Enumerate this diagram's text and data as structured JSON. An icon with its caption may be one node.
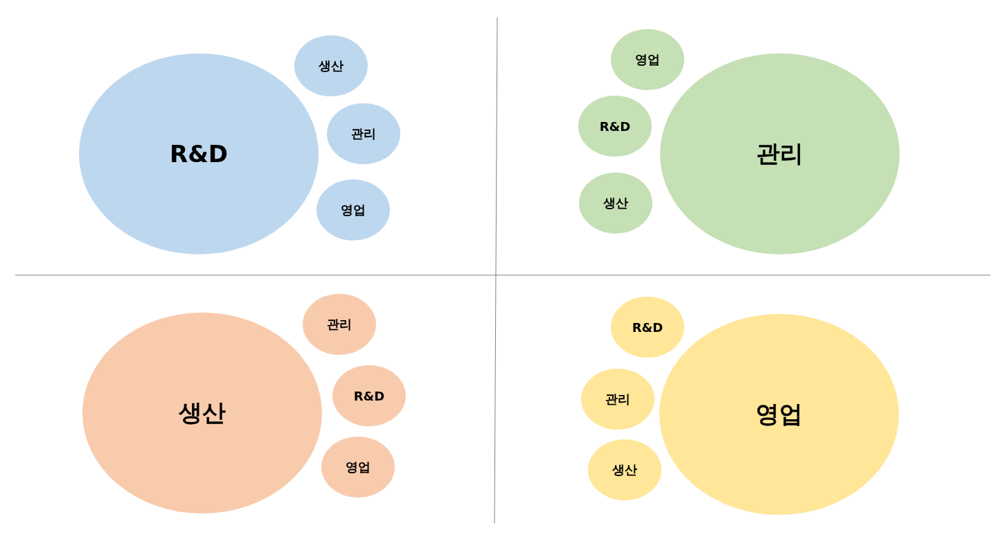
{
  "diagram": {
    "nodes": [
      {
        "text": [
          "R&D"
        ]
      },
      {
        "text": [
          "생산"
        ]
      },
      {
        "text": [
          "관리"
        ]
      },
      {
        "text": [
          "영업"
        ]
      },
      {
        "text": [
          "영업"
        ]
      },
      {
        "text": [
          "R&D"
        ]
      },
      {
        "text": [
          "관리"
        ]
      },
      {
        "text": [
          "생산"
        ]
      },
      {
        "text": [
          "관리"
        ]
      },
      {
        "text": [
          "생산"
        ]
      },
      {
        "text": [
          "R&D"
        ]
      },
      {
        "text": [
          "영업"
        ]
      },
      {
        "text": [
          "R&D"
        ]
      },
      {
        "text": [
          "관리"
        ]
      },
      {
        "text": [
          "영업"
        ]
      },
      {
        "text": [
          "생산"
        ]
      }
    ]
  }
}
